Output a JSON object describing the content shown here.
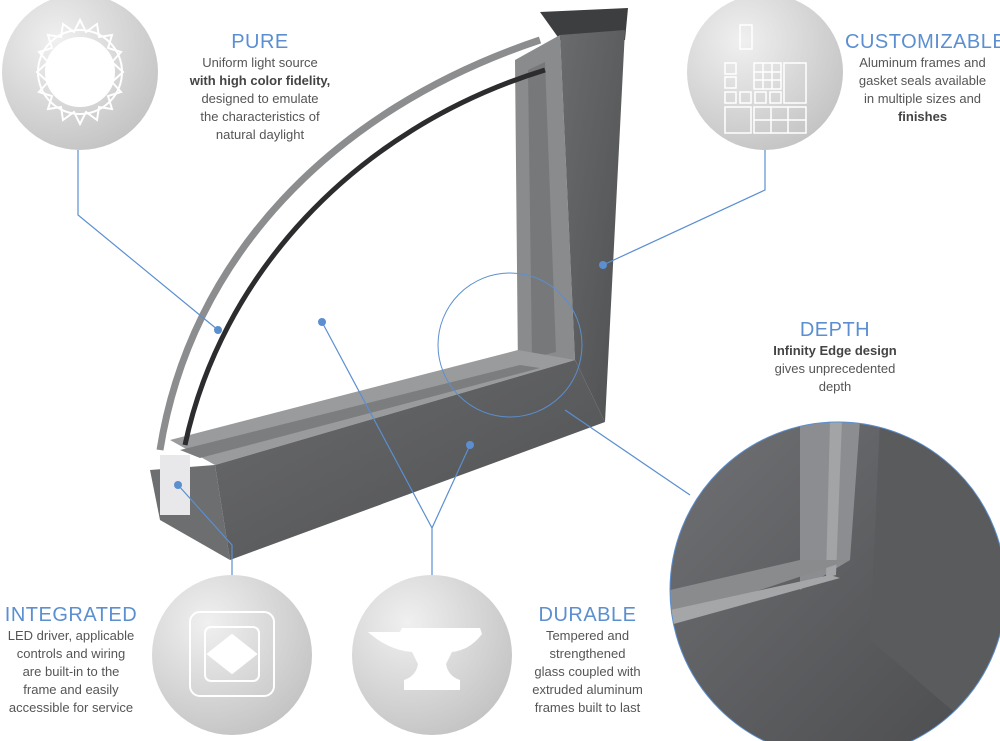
{
  "features": {
    "pure": {
      "title": "PURE",
      "line1": "Uniform light source",
      "line2": "with high color fidelity,",
      "line3": "designed to emulate",
      "line4": "the characteristics of",
      "line5": "natural daylight",
      "icon": "sun-icon"
    },
    "customizable": {
      "title": "CUSTOMIZABLE",
      "line1": "Aluminum frames and",
      "line2": "gasket seals available",
      "line3": "in multiple sizes and",
      "line4": "finishes",
      "icon": "frame-sizes-icon"
    },
    "depth": {
      "title": "DEPTH",
      "line1": "Infinity Edge design",
      "line2": "gives unprecedented",
      "line3": "depth"
    },
    "integrated": {
      "title": "INTEGRATED",
      "line1": "LED driver, applicable",
      "line2": "controls and wiring",
      "line3": "are built-in to the",
      "line4": "frame and easily",
      "line5": "accessible for service",
      "icon": "led-driver-icon"
    },
    "durable": {
      "title": "DURABLE",
      "line1": "Tempered and",
      "line2": "strengthened",
      "line3": "glass coupled with",
      "line4": "extruded aluminum",
      "line5": "frames built to last",
      "icon": "anvil-icon"
    }
  },
  "colors": {
    "accent": "#5b8fd0",
    "frame": "#5f6062",
    "text": "#555555"
  }
}
